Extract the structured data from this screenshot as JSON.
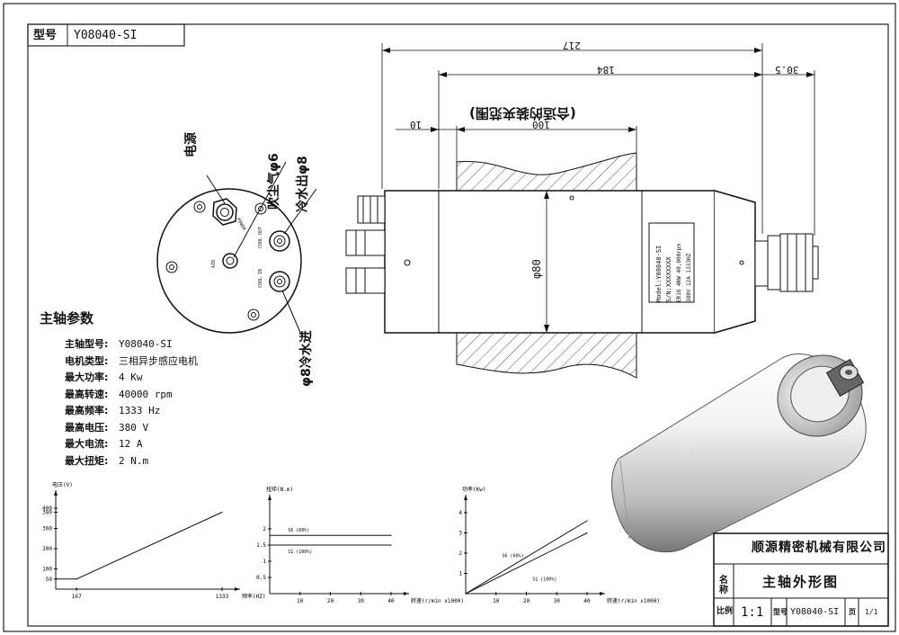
{
  "header": {
    "model_label": "型号",
    "model_value": "Y08040-SI"
  },
  "front_view": {
    "power": "电源",
    "power_small": "POWER",
    "air": "吹尘气φ6",
    "coolant_out": "冷水出φ8",
    "coolant_in": "φ8冷水进",
    "cool_out_small": "COOL OUT",
    "cool_in_small": "COOL IN",
    "air_small": "AIR"
  },
  "dimensions": {
    "d217": "217",
    "d184": "184",
    "d30_5": "30.5",
    "d10": "10",
    "d100": "100",
    "d80": "φ80",
    "clamp_note": "(合适的装夹范围)"
  },
  "nameplate": {
    "model": "Model:Y08040-SI",
    "sn": "S/N:XXXXXXXX",
    "line3": "ER16   4KW   40,000rpm",
    "line4": "380V   12A   1333HZ"
  },
  "specs": {
    "title": "主轴参数",
    "rows": [
      {
        "label": "主轴型号:",
        "value": "Y08040-SI"
      },
      {
        "label": "电机类型:",
        "value": "三相异步感应电机"
      },
      {
        "label": "最大功率:",
        "value": "4 Kw"
      },
      {
        "label": "最高转速:",
        "value": "40000 rpm"
      },
      {
        "label": "最高频率:",
        "value": "1333 Hz"
      },
      {
        "label": "最高电压:",
        "value": "380 V"
      },
      {
        "label": "最大电流:",
        "value": "12 A"
      },
      {
        "label": "最大扭矩:",
        "value": "2 N.m"
      }
    ]
  },
  "chart_data": [
    {
      "type": "line",
      "ylabel": "电压(V)",
      "xlabel": "频率(HZ)",
      "x_ticks": [
        "167",
        "1333"
      ],
      "y_ticks": [
        "50",
        "100",
        "200",
        "300",
        "380",
        "400"
      ],
      "ylim": [
        0,
        400
      ],
      "xlim": [
        0,
        1333
      ],
      "series": [
        {
          "x": [
            0,
            167,
            1333
          ],
          "y": [
            50,
            50,
            380
          ]
        }
      ]
    },
    {
      "type": "line",
      "ylabel": "扭矩(N.m)",
      "xlabel": "转速(r/min x1000)",
      "x_ticks": [
        "10",
        "20",
        "30",
        "40"
      ],
      "y_ticks": [
        "0.5",
        "1",
        "1.5",
        "2"
      ],
      "ylim": [
        0,
        2.5
      ],
      "xlim": [
        0,
        40
      ],
      "series": [
        {
          "name": "S6 (60%)",
          "x": [
            0,
            40
          ],
          "y": [
            1.8,
            1.8
          ]
        },
        {
          "name": "S1 (100%)",
          "x": [
            0,
            40
          ],
          "y": [
            1.5,
            1.5
          ]
        }
      ]
    },
    {
      "type": "line",
      "ylabel": "功率(Kw)",
      "xlabel": "转速(r/min x1000)",
      "x_ticks": [
        "10",
        "20",
        "30",
        "40"
      ],
      "y_ticks": [
        "1",
        "2",
        "3",
        "4"
      ],
      "ylim": [
        0,
        4
      ],
      "xlim": [
        0,
        40
      ],
      "series": [
        {
          "name": "S6 (60%)",
          "x": [
            0,
            40
          ],
          "y": [
            0,
            3.6
          ]
        },
        {
          "name": "S1 (100%)",
          "x": [
            0,
            40
          ],
          "y": [
            0,
            3
          ]
        }
      ]
    }
  ],
  "title_block": {
    "company": "顺源精密机械有限公司",
    "name_label": "名称",
    "drawing_name": "主轴外形图",
    "scale_label": "比例",
    "scale_value": "1:1",
    "model_label": "型号",
    "model_value": "Y08040-SI",
    "sheet_label": "页",
    "sheet_value": "1/1"
  }
}
